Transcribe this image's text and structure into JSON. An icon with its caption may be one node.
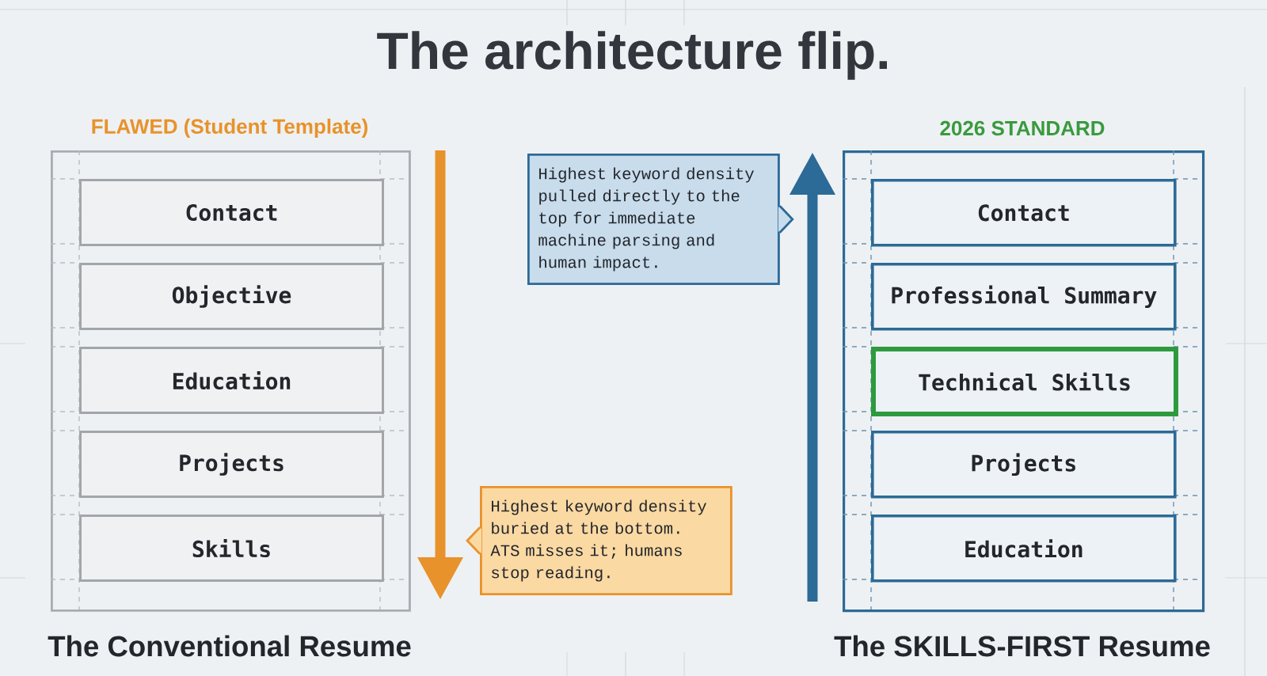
{
  "diagram": {
    "title": "The architecture flip.",
    "nodes": [
      {
        "text": [
          "FLAWED (Student Template)"
        ],
        "beside": [
          "The Conventional Resume"
        ]
      },
      {
        "text": [
          "Contact"
        ],
        "in": 0
      },
      {
        "text": [
          "Objective"
        ],
        "in": 0
      },
      {
        "text": [
          "Education"
        ],
        "in": 0
      },
      {
        "text": [
          "Projects"
        ],
        "in": 0
      },
      {
        "text": [
          "Skills"
        ],
        "in": 0
      },
      {
        "text": [
          "Highest keyword density pulled directly to the top for immediate machine parsing and human impact."
        ]
      },
      {
        "text": [
          "Highest keyword density buried at the bottom. ATS misses it; humans stop reading."
        ]
      },
      {
        "text": [
          "2026 STANDARD"
        ],
        "beside": [
          "The SKILLS-FIRST Resume"
        ]
      },
      {
        "text": [
          "Contact"
        ],
        "in": 8
      },
      {
        "text": [
          "Professional Summary"
        ],
        "in": 8
      },
      {
        "text": [
          "Technical Skills"
        ],
        "in": 8
      },
      {
        "text": [
          "Projects"
        ],
        "in": 8
      },
      {
        "text": [
          "Education"
        ],
        "in": 8
      }
    ]
  }
}
